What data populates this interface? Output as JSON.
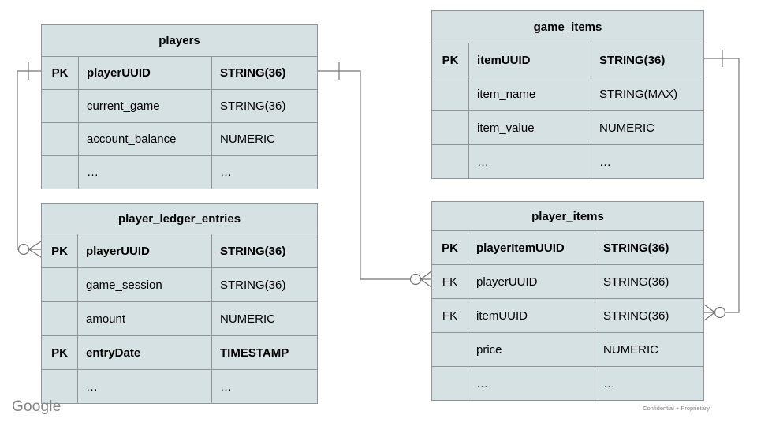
{
  "slide": {
    "footer_logo": "Google",
    "footer_note": "Confidential + Proprietary"
  },
  "colors": {
    "table_fill": "#d6e1e4",
    "table_border": "#8f9499",
    "connector": "#757575",
    "text": "#000000",
    "footer_gray": "#838383"
  },
  "tables": {
    "players": {
      "title": "players",
      "rows": [
        {
          "key": "PK",
          "name": "playerUUID",
          "type": "STRING(36)",
          "is_key": true
        },
        {
          "key": "",
          "name": "current_game",
          "type": "STRING(36)",
          "is_key": false
        },
        {
          "key": "",
          "name": "account_balance",
          "type": "NUMERIC",
          "is_key": false
        },
        {
          "key": "",
          "name": "…",
          "type": "…",
          "is_key": false
        }
      ]
    },
    "game_items": {
      "title": "game_items",
      "rows": [
        {
          "key": "PK",
          "name": "itemUUID",
          "type": "STRING(36)",
          "is_key": true
        },
        {
          "key": "",
          "name": "item_name",
          "type": "STRING(MAX)",
          "is_key": false
        },
        {
          "key": "",
          "name": "item_value",
          "type": "NUMERIC",
          "is_key": false
        },
        {
          "key": "",
          "name": "…",
          "type": "…",
          "is_key": false
        }
      ]
    },
    "player_ledger_entries": {
      "title": "player_ledger_entries",
      "rows": [
        {
          "key": "PK",
          "name": "playerUUID",
          "type": "STRING(36)",
          "is_key": true
        },
        {
          "key": "",
          "name": "game_session",
          "type": "STRING(36)",
          "is_key": false
        },
        {
          "key": "",
          "name": "amount",
          "type": "NUMERIC",
          "is_key": false
        },
        {
          "key": "PK",
          "name": "entryDate",
          "type": "TIMESTAMP",
          "is_key": true
        },
        {
          "key": "",
          "name": "…",
          "type": "…",
          "is_key": false
        }
      ]
    },
    "player_items": {
      "title": "player_items",
      "rows": [
        {
          "key": "PK",
          "name": "playerItemUUID",
          "type": "STRING(36)",
          "is_key": true
        },
        {
          "key": "FK",
          "name": "playerUUID",
          "type": "STRING(36)",
          "is_key": false
        },
        {
          "key": "FK",
          "name": "itemUUID",
          "type": "STRING(36)",
          "is_key": false
        },
        {
          "key": "",
          "name": "price",
          "type": "NUMERIC",
          "is_key": false
        },
        {
          "key": "",
          "name": "…",
          "type": "…",
          "is_key": false
        }
      ]
    }
  },
  "relationships": [
    {
      "from": "players.playerUUID",
      "to": "player_ledger_entries.playerUUID",
      "from_cardinality": "one",
      "to_cardinality": "zero-or-many"
    },
    {
      "from": "players.playerUUID",
      "to": "player_items.playerUUID",
      "from_cardinality": "one",
      "to_cardinality": "zero-or-many"
    },
    {
      "from": "game_items.itemUUID",
      "to": "player_items.itemUUID",
      "from_cardinality": "one",
      "to_cardinality": "zero-or-many"
    }
  ]
}
